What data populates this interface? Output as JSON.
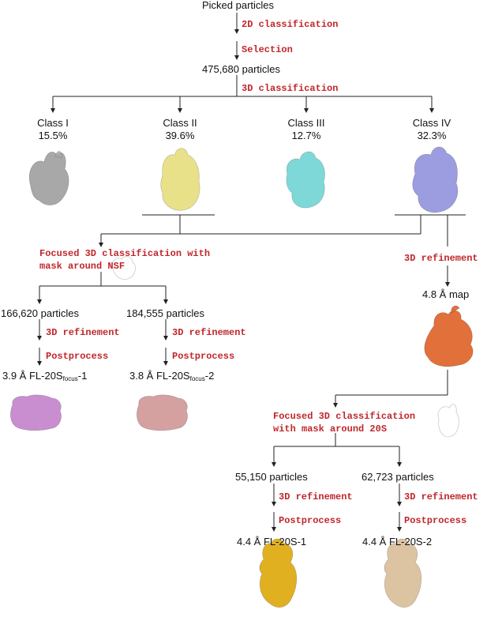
{
  "top": {
    "picked": "Picked particles",
    "step_2d": "2D classification",
    "step_selection": "Selection",
    "count": "475,680 particles",
    "step_3d": "3D classification"
  },
  "classes": [
    {
      "name": "Class I",
      "percent": "15.5%",
      "color": "#a8a8a8"
    },
    {
      "name": "Class II",
      "percent": "39.6%",
      "color": "#e8e18a"
    },
    {
      "name": "Class III",
      "percent": "12.7%",
      "color": "#7fd8d8"
    },
    {
      "name": "Class IV",
      "percent": "32.3%",
      "color": "#9c9ce0"
    }
  ],
  "left_branch": {
    "focused_line1": "Focused 3D classification with",
    "focused_line2": "mask around NSF",
    "sub1": {
      "count": "166,620 particles",
      "step_refine": "3D refinement",
      "step_post": "Postprocess",
      "result_prefix": "3.9 Å FL-20S",
      "result_sub": "focus",
      "result_suffix": "-1",
      "color": "#c88ed0"
    },
    "sub2": {
      "count": "184,555 particles",
      "step_refine": "3D refinement",
      "step_post": "Postprocess",
      "result_prefix": "3.8 Å FL-20S",
      "result_sub": "focus",
      "result_suffix": "-2",
      "color": "#d4a0a0"
    }
  },
  "right_branch": {
    "step_refine": "3D refinement",
    "map_label": "4.8 Å map",
    "map_color": "#e2703a",
    "focused_line1": "Focused 3D classification",
    "focused_line2": "with mask around 20S",
    "sub1": {
      "count": "55,150 particles",
      "step_refine": "3D refinement",
      "step_post": "Postprocess",
      "result": "4.4 Å FL-20S-1",
      "color": "#e1b020"
    },
    "sub2": {
      "count": "62,723 particles",
      "step_refine": "3D refinement",
      "step_post": "Postprocess",
      "result": "4.4 Å FL-20S-2",
      "color": "#dcc4a2"
    }
  }
}
